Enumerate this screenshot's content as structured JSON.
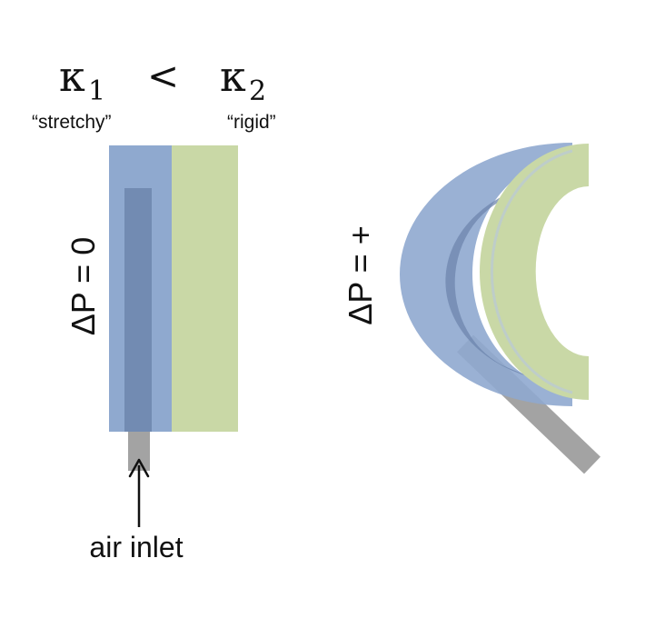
{
  "header": {
    "kappa1_symbol": "κ",
    "kappa1_subscript": "1",
    "relation": "<",
    "kappa2_symbol": "κ",
    "kappa2_subscript": "2",
    "kappa1_caption": "“stretchy”",
    "kappa2_caption": "“rigid”"
  },
  "left_state": {
    "pressure_label": "ΔP = 0",
    "inlet_label": "air inlet"
  },
  "right_state": {
    "pressure_label": "ΔP = +"
  },
  "colors": {
    "stretchy_layer": "#8fa9cf",
    "rigid_layer": "#c9d8a6",
    "air_channel": "#6d86ad",
    "inlet_tube": "#a3a3a3",
    "text": "#111111"
  }
}
